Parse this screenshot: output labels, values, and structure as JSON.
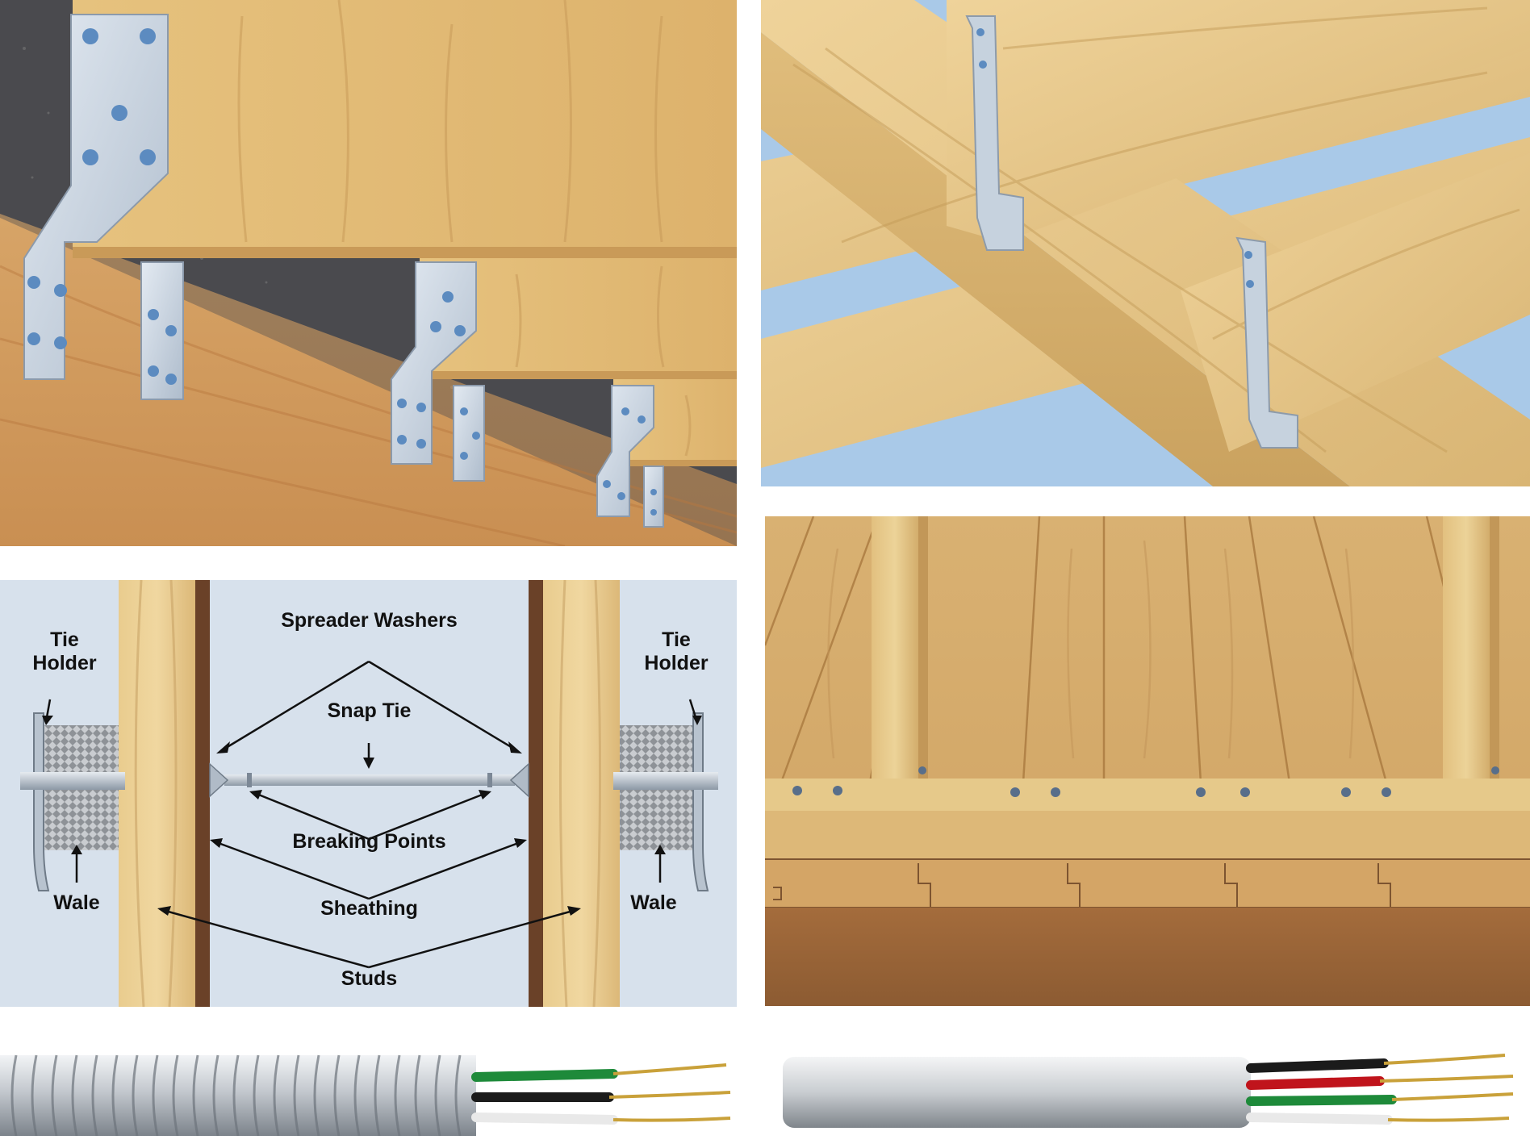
{
  "panels": [
    {
      "id": "stair-stringer-connectors",
      "caption": ""
    },
    {
      "id": "joist-hangers",
      "caption": ""
    },
    {
      "id": "concrete-formwork-snap-tie",
      "caption": ""
    },
    {
      "id": "wood-wall-framing",
      "caption": ""
    },
    {
      "id": "armored-cable",
      "caption": ""
    },
    {
      "id": "nonmetallic-sheathed-cable",
      "caption": ""
    }
  ],
  "formwork_labels": {
    "tie_holder_left": "Tie\nHolder",
    "tie_holder_right": "Tie\nHolder",
    "spreader_washers": "Spreader Washers",
    "snap_tie": "Snap Tie",
    "breaking_points": "Breaking Points",
    "sheathing": "Sheathing",
    "wale_left": "Wale",
    "wale_right": "Wale",
    "studs": "Studs"
  },
  "colors": {
    "wood_light": "#e8c98a",
    "wood_mid": "#d9b06a",
    "wood_dark": "#b98548",
    "concrete": "#4a4a4e",
    "metal": "#c3cfdc",
    "sky": "#a9c9e8",
    "formwork_bg": "#d7e1ec",
    "sheathing_brown": "#6a4128",
    "wire_green": "#1e8a3a",
    "wire_black": "#1b1b1b",
    "wire_white": "#e9e9e9",
    "wire_red": "#c0141c",
    "copper": "#c9a13a"
  },
  "icons": [
    "stair-stringer-icon",
    "joist-hanger-icon",
    "snap-tie-icon",
    "wall-framing-icon",
    "armored-cable-icon",
    "sheathed-cable-icon"
  ]
}
